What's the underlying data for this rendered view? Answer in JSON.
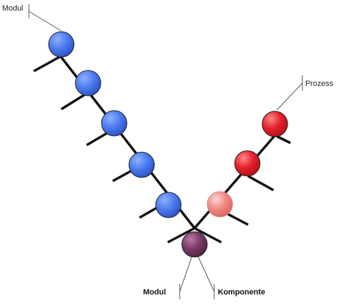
{
  "labels": {
    "modul_top": "Modul",
    "prozess": "Prozess",
    "modul_bottom": "Modul",
    "komponente": "Komponente"
  },
  "colors": {
    "blue": "#4c7cf0",
    "red": "#e4202a",
    "red_light": "#f08a86",
    "purple": "#7a3a66",
    "stroke": "#111111",
    "callout": "#666666"
  }
}
